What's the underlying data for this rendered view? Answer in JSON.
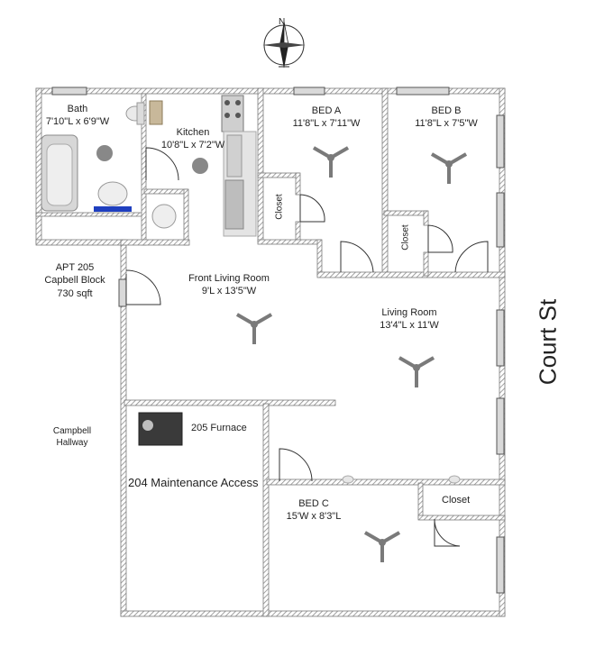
{
  "compass": {
    "north_label": "N"
  },
  "rooms": {
    "bath": {
      "name": "Bath",
      "dims": "7'10\"L x 6'9\"W"
    },
    "kitchen": {
      "name": "Kitchen",
      "dims": "10'8\"L x 7'2\"W"
    },
    "bed_a": {
      "name": "BED A",
      "dims": "11'8\"L x 7'11\"W"
    },
    "bed_b": {
      "name": "BED B",
      "dims": "11'8\"L x 7'5\"W"
    },
    "front_living": {
      "name": "Front Living Room",
      "dims": "9'L x 13'5\"W"
    },
    "living": {
      "name": "Living Room",
      "dims": "13'4\"L x 11'W"
    },
    "furnace": {
      "name": "205 Furnace"
    },
    "maintenance": {
      "name": "204 Maintenance Access"
    },
    "bed_c": {
      "name": "BED C",
      "dims": "15'W x 8'3\"L"
    },
    "closet_a": {
      "name": "Closet"
    },
    "closet_b": {
      "name": "Closet"
    },
    "closet_c": {
      "name": "Closet"
    }
  },
  "apartment": {
    "line1": "APT 205",
    "line2": "Capbell Block",
    "line3": "730 sqft"
  },
  "hallway": {
    "line1": "Campbell",
    "line2": "Hallway"
  },
  "street": {
    "name": "Court St"
  },
  "colors": {
    "wall": "#9a9a9a",
    "wall_fill": "#ffffff",
    "fan": "#6f6f6f",
    "tub_blue": "#1f3fbf",
    "furnace": "#3a3a3a"
  }
}
